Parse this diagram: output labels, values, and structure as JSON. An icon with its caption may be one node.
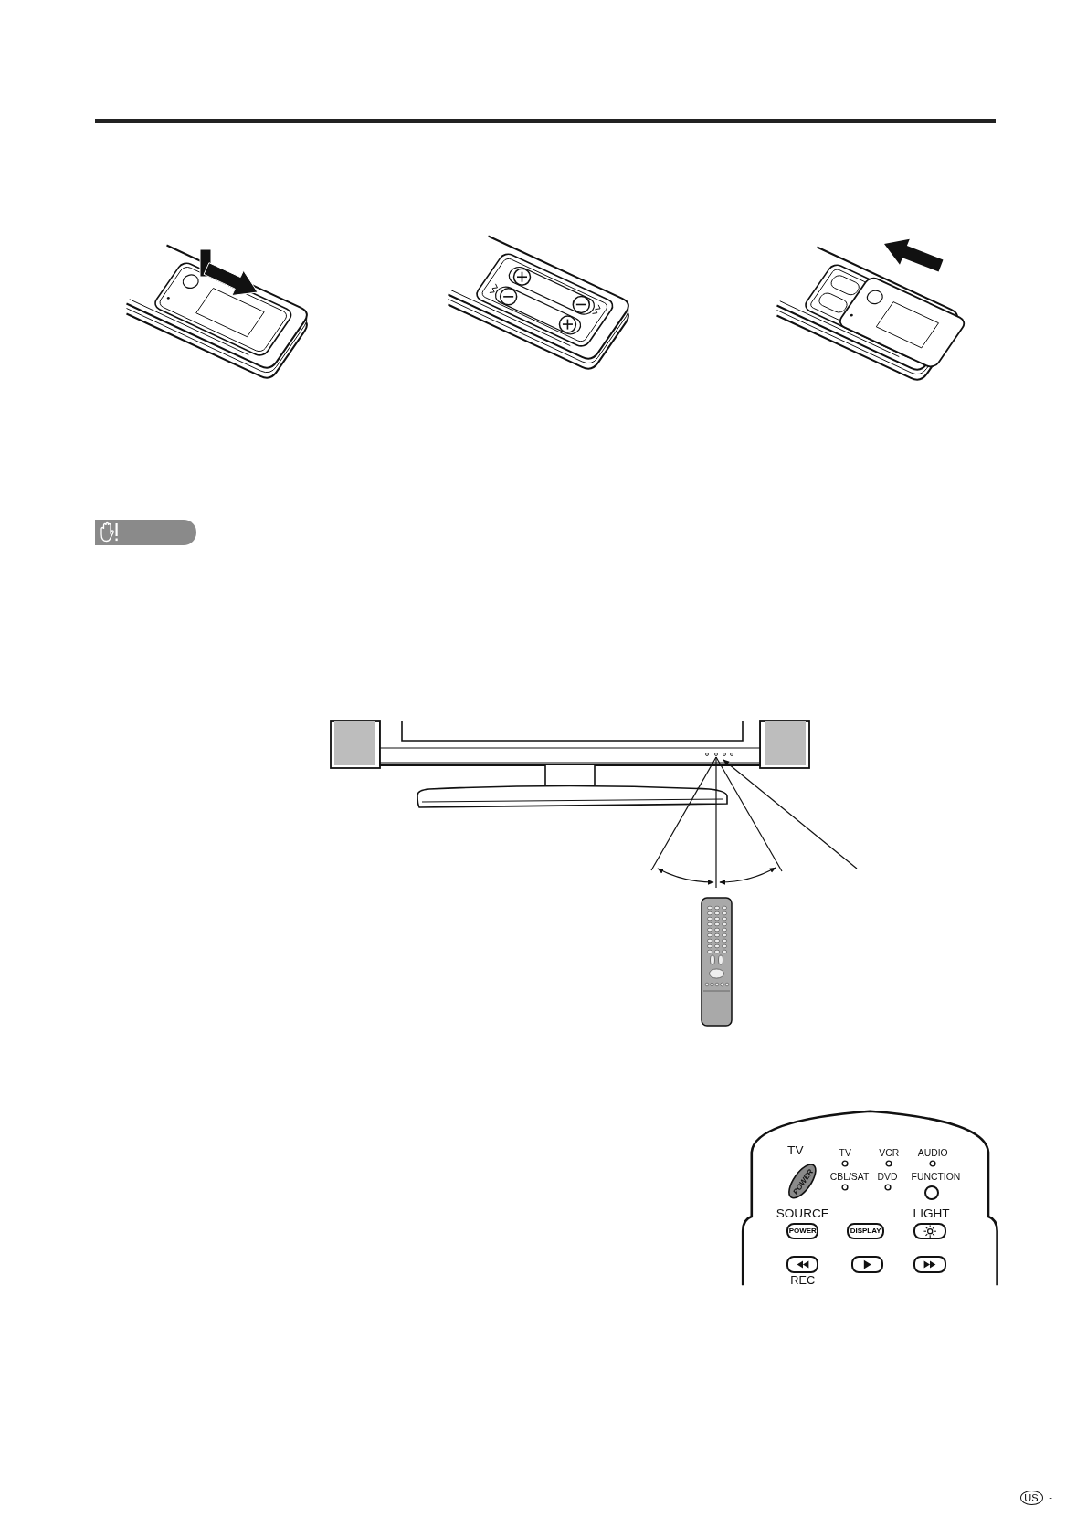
{
  "diagram": {
    "labels": [
      "TV",
      "TV",
      "VCR",
      "AUDIO",
      "POWER",
      "CBL/SAT",
      "DVD",
      "FUNCTION",
      "SOURCE",
      "LIGHT",
      "POWER",
      "DISPLAY",
      "REC",
      "US",
      "-"
    ]
  }
}
